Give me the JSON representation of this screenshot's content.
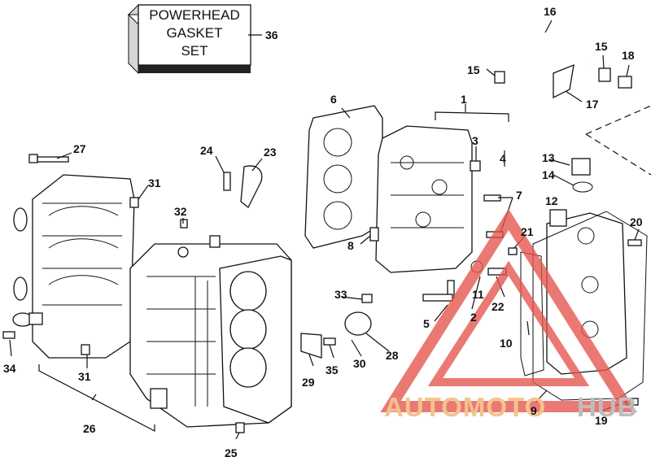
{
  "kit_box": {
    "line1": "POWERHEAD",
    "line2": "GASKET",
    "line3": "SET",
    "number": "36"
  },
  "callouts": [
    {
      "id": "1",
      "label": "1"
    },
    {
      "id": "2",
      "label": "2"
    },
    {
      "id": "3",
      "label": "3"
    },
    {
      "id": "4",
      "label": "4"
    },
    {
      "id": "5",
      "label": "5"
    },
    {
      "id": "6",
      "label": "6"
    },
    {
      "id": "7",
      "label": "7"
    },
    {
      "id": "8",
      "label": "8"
    },
    {
      "id": "9",
      "label": "9"
    },
    {
      "id": "10",
      "label": "10"
    },
    {
      "id": "11",
      "label": "11"
    },
    {
      "id": "12",
      "label": "12"
    },
    {
      "id": "13",
      "label": "13"
    },
    {
      "id": "14",
      "label": "14"
    },
    {
      "id": "15a",
      "label": "15"
    },
    {
      "id": "15b",
      "label": "15"
    },
    {
      "id": "16",
      "label": "16"
    },
    {
      "id": "17",
      "label": "17"
    },
    {
      "id": "18",
      "label": "18"
    },
    {
      "id": "19",
      "label": "19"
    },
    {
      "id": "20",
      "label": "20"
    },
    {
      "id": "21",
      "label": "21"
    },
    {
      "id": "22",
      "label": "22"
    },
    {
      "id": "23",
      "label": "23"
    },
    {
      "id": "24",
      "label": "24"
    },
    {
      "id": "25",
      "label": "25"
    },
    {
      "id": "26",
      "label": "26"
    },
    {
      "id": "27",
      "label": "27"
    },
    {
      "id": "28",
      "label": "28"
    },
    {
      "id": "29",
      "label": "29"
    },
    {
      "id": "30",
      "label": "30"
    },
    {
      "id": "31a",
      "label": "31"
    },
    {
      "id": "31b",
      "label": "31"
    },
    {
      "id": "32",
      "label": "32"
    },
    {
      "id": "33",
      "label": "33"
    },
    {
      "id": "34",
      "label": "34"
    },
    {
      "id": "35",
      "label": "35"
    }
  ],
  "watermark": {
    "word1": "AUTOMOTO",
    "word2": "HUB",
    "accent_color": "#e4534d",
    "text_color": "#f2c48d"
  }
}
